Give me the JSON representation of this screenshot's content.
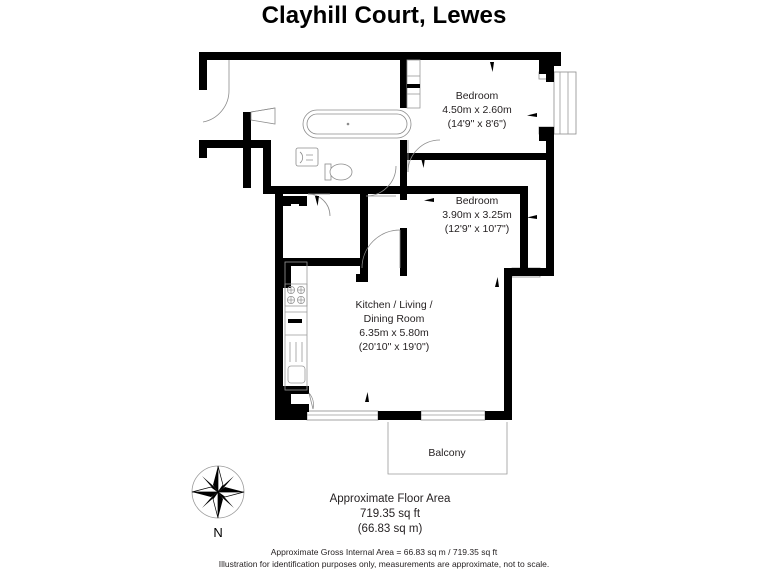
{
  "title": "Clayhill Court, Lewes",
  "rooms": [
    {
      "name": "bedroom-1",
      "label": "Bedroom",
      "dim_metric": "4.50m x 2.60m",
      "dim_imperial": "(14'9\" x 8'6\")"
    },
    {
      "name": "bedroom-2",
      "label": "Bedroom",
      "dim_metric": "3.90m x 3.25m",
      "dim_imperial": "(12'9\" x 10'7\")"
    },
    {
      "name": "kitchen-living-dining",
      "label_line1": "Kitchen / Living /",
      "label_line2": "Dining Room",
      "dim_metric": "6.35m x 5.80m",
      "dim_imperial": "(20'10\" x 19'0\")"
    }
  ],
  "balcony": {
    "label": "Balcony"
  },
  "compass": {
    "north_label": "N"
  },
  "area": {
    "heading": "Approximate Floor Area",
    "sq_ft": "719.35 sq ft",
    "sq_m": "(66.83 sq m)"
  },
  "disclaimer": {
    "line1": "Approximate Gross Internal Area = 66.83 sq m / 719.35 sq ft",
    "line2": "Illustration for identification purposes only, measurements are approximate, not to scale."
  },
  "colors": {
    "wall": "#000000",
    "text": "#231f20",
    "thin_line": "#9a9a9a",
    "background": "#ffffff"
  }
}
